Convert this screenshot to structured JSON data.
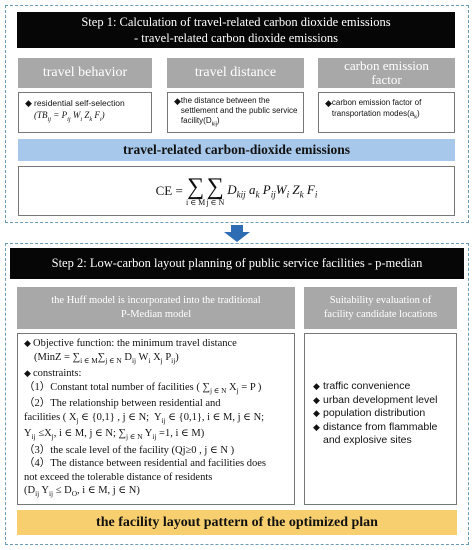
{
  "step1": {
    "title_line1": "Step 1: Calculation of travel-related carbon dioxide emissions",
    "title_line2": "- travel-related carbon dioxide emissions",
    "categories": [
      {
        "label": "travel behavior"
      },
      {
        "label": "travel distance"
      },
      {
        "label_line1": "carbon emission",
        "label_line2": "factor"
      }
    ],
    "details": {
      "behavior_text": "residential self-selection",
      "behavior_formula": "(TBij = Pij Wi Zk Fi)",
      "distance_text": "the distance between the settlement and the public service facility(Dkij)",
      "factor_text": "carbon emission factor of transportation modes(ak)"
    },
    "emissions_label": "travel-related carbon-dioxide emissions",
    "ce_formula": "CE = Σ i∈M Σ j∈N Dkij ak Pij Wi Zk Fi"
  },
  "step2": {
    "title": "Step 2: Low-carbon layout planning of public service facilities - p-median",
    "huff_line1": "the Huff model is incorporated into the traditional",
    "huff_line2": "P-Median model",
    "suit_line1": "Suitability evaluation of",
    "suit_line2": "facility candidate locations",
    "objective_label": "Objective function: the minimum travel distance",
    "constraints_label": "constraints:",
    "c1": "（1）Constant total number of facilities",
    "c2_line1": "（2）The relationship between residential and",
    "c2_line2": "facilities",
    "c3": "（3）the scale level of the facility",
    "c4_line1": "（4）The distance between residential and facilities does",
    "c4_line2": "not exceed the tolerable distance of residents",
    "factors": [
      "traffic convenience",
      "urban development level",
      "population distribution",
      "distance from flammable",
      "and explosive sites"
    ]
  },
  "result": "the facility layout pattern of the optimized plan",
  "colors": {
    "header": "#060606",
    "gray": "#a8a8a8",
    "blue": "#a7c8ea",
    "yellow": "#f8cf6e",
    "arrow": "#2e6db4",
    "dash": "#6b9bb7"
  }
}
